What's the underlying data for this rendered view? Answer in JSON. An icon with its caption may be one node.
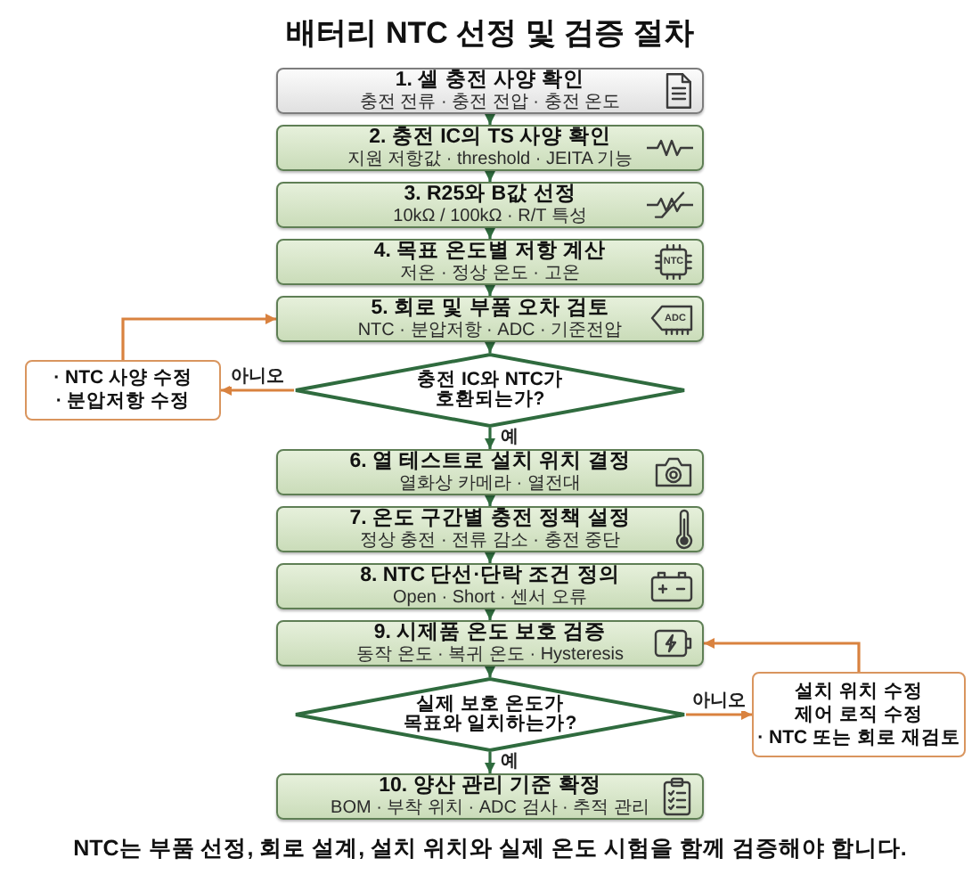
{
  "diagram": {
    "title": "배터리 NTC 선정 및 검증 절차",
    "caption": "NTC는 부품 선정, 회로 설계, 설치 위치와 실제 온도 시험을 함께 검증해야 합니다.",
    "nodes": [
      {
        "text": [
          "1. 셀 충전 사양 확인",
          "충전 전류 · 충전 전압 · 충전 온도"
        ]
      },
      {
        "text": [
          "2. 충전 IC의 TS 사양 확인",
          "지원 저항값 · threshold · JEITA 기능"
        ]
      },
      {
        "text": [
          "3. R25와 B값 선정",
          "10kΩ / 100kΩ · R/T 특성"
        ]
      },
      {
        "text": [
          "4. 목표 온도별 저항 계산",
          "저온 · 정상 온도 · 고온"
        ]
      },
      {
        "text": [
          "5. 회로 및 부품 오차 검토",
          "NTC · 분압저항 · ADC · 기준전압"
        ]
      },
      {
        "text": [
          "· NTC 사양 수정",
          "· 분압저항 수정"
        ]
      },
      {
        "text": [
          "충전 IC와 NTC가 호환되는가?"
        ]
      },
      {
        "text": [
          "6. 열 테스트로 설치 위치 결정",
          "열화상 카메라 · 열전대"
        ]
      },
      {
        "text": [
          "7. 온도 구간별 충전 정책 설정",
          "정상 충전 · 전류 감소 · 충전 중단"
        ]
      },
      {
        "text": [
          "8. NTC 단선·단락 조건 정의",
          "Open · Short · 센서 오류"
        ]
      },
      {
        "text": [
          "9. 시제품 온도 보호 검증",
          "동작 온도 · 복귀 온도 · Hysteresis"
        ]
      },
      {
        "text": [
          "실제 보호 온도가 목표와 일치하는가?"
        ]
      },
      {
        "text": [
          "설치 위치 수정",
          "제어 로직 수정",
          "· NTC 또는 회로 재검토"
        ]
      },
      {
        "text": [
          "10. 양산 관리 기준 확정",
          "BOM · 부착 위치 · ADC 검사 · 추적 관리"
        ]
      }
    ],
    "edges": [
      {
        "from": 0,
        "to": 1,
        "arrow": "to"
      },
      {
        "from": 1,
        "to": 2,
        "arrow": "to"
      },
      {
        "from": 2,
        "to": 3,
        "arrow": "to"
      },
      {
        "from": 3,
        "to": 4,
        "arrow": "to"
      },
      {
        "from": 4,
        "to": 6,
        "arrow": "to"
      },
      {
        "from": 6,
        "to": 5,
        "arrow": "to",
        "label": "아니오",
        "color": "#d9823f"
      },
      {
        "from": 5,
        "to": 4,
        "arrow": "to",
        "color": "#d9823f"
      },
      {
        "from": 6,
        "to": 7,
        "arrow": "to",
        "label": "예"
      },
      {
        "from": 7,
        "to": 8,
        "arrow": "to"
      },
      {
        "from": 8,
        "to": 9,
        "arrow": "to"
      },
      {
        "from": 9,
        "to": 10,
        "arrow": "to"
      },
      {
        "from": 10,
        "to": 11,
        "arrow": "to"
      },
      {
        "from": 11,
        "to": 12,
        "arrow": "to",
        "label": "아니오",
        "color": "#d9823f"
      },
      {
        "from": 12,
        "to": 10,
        "arrow": "to",
        "color": "#d9823f"
      },
      {
        "from": 11,
        "to": 13,
        "arrow": "to",
        "label": "예"
      }
    ],
    "labels": [
      "NTC",
      "ADC"
    ]
  }
}
